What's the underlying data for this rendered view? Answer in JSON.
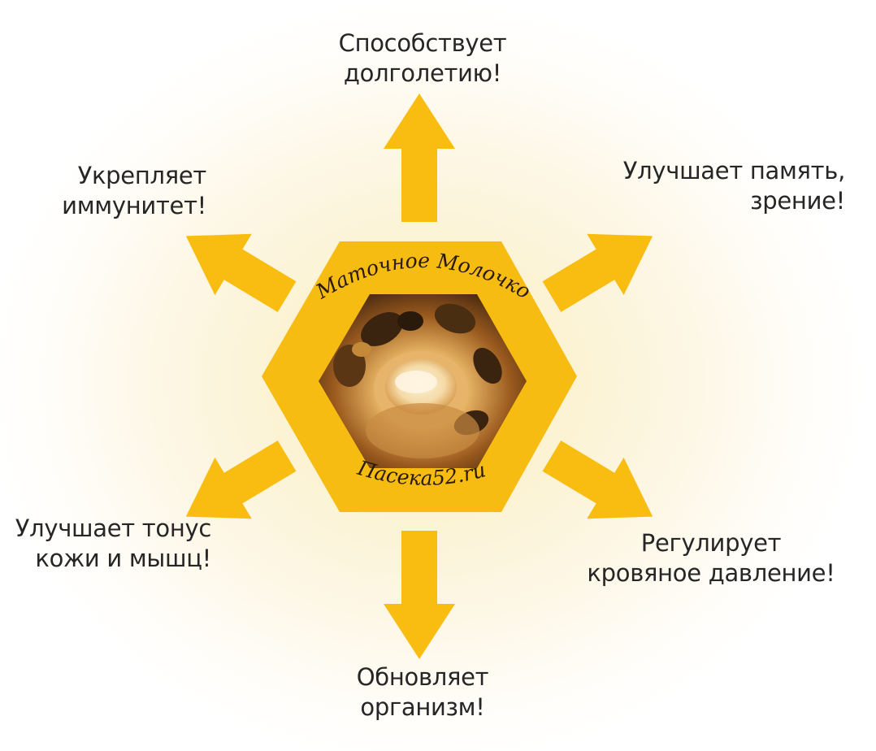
{
  "center": {
    "title": "Маточное Молочко",
    "site": "Пасека52.ru",
    "photo": "bees-queen-cell-photo"
  },
  "benefits": {
    "top": [
      "Способствует",
      "долголетию!"
    ],
    "top_left": [
      "Укрепляет",
      "иммунитет!"
    ],
    "top_right": [
      "Улучшает память,",
      "зрение!"
    ],
    "bottom_left": [
      "Улучшает тонус",
      "кожи и мышц!"
    ],
    "bottom_right": [
      "Регулирует",
      "кровяное давление!"
    ],
    "bottom": [
      "Обновляет",
      "организм!"
    ]
  },
  "colors": {
    "arrow": "#f9bd12",
    "hexagon": "#f7bc12",
    "text": "#262626"
  }
}
